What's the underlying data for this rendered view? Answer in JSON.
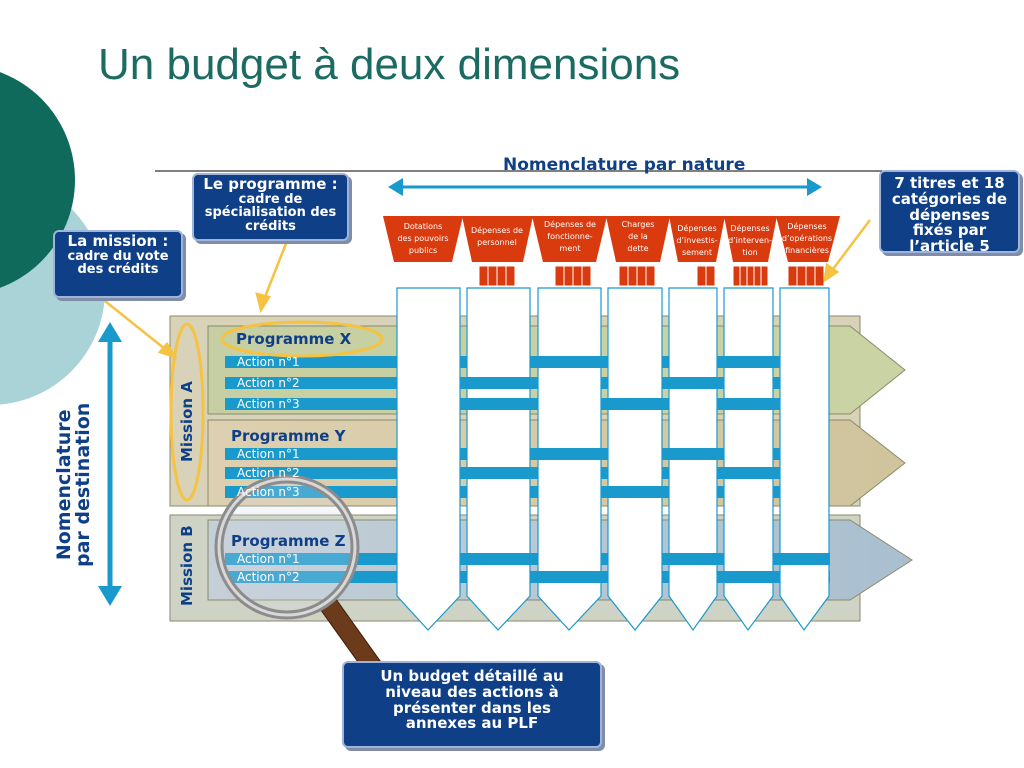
{
  "slide": {
    "title": "Un budget à deux dimensions"
  },
  "axes": {
    "nature_label": "Nomenclature par nature",
    "destination_label_line1": "Nomenclature",
    "destination_label_line2": "par destination"
  },
  "callouts": {
    "mission_title": "La mission :",
    "mission_body": "cadre du vote des crédits",
    "programme_title": "Le programme :",
    "programme_body": "cadre de spécialisation des crédits",
    "titres": "7 titres et 18 catégories de dépenses fixés par l’article 5",
    "annexes": "Un budget détaillé au niveau des actions à présenter dans les annexes au PLF"
  },
  "categories": [
    "Dotations\ndes pouvoirs\npublics",
    "Dépenses de\npersonnel",
    "Dépenses de\nfonctionne-\nment",
    "Charges\nde la\ndette",
    "Dépenses\nd’investis-\nsement",
    "Dépenses\nd’interven-\ntion",
    "Dépenses\nd’opérations\nfinancières"
  ],
  "missions": [
    {
      "label": "Mission A",
      "programmes": [
        {
          "label": "Programme X",
          "actions": [
            "Action n°1",
            "Action n°2",
            "Action n°3"
          ]
        },
        {
          "label": "Programme Y",
          "actions": [
            "Action n°1",
            "Action n°2",
            "Action n°3"
          ]
        }
      ]
    },
    {
      "label": "Mission B",
      "programmes": [
        {
          "label": "Programme Z",
          "actions": [
            "Action n°1",
            "Action n°2"
          ]
        }
      ]
    }
  ],
  "colors": {
    "title": "#1b6b63",
    "navy": "#0f3f86",
    "stripe": "#1a99cc",
    "category": "#d93a0e",
    "highlight": "#f5c242"
  }
}
